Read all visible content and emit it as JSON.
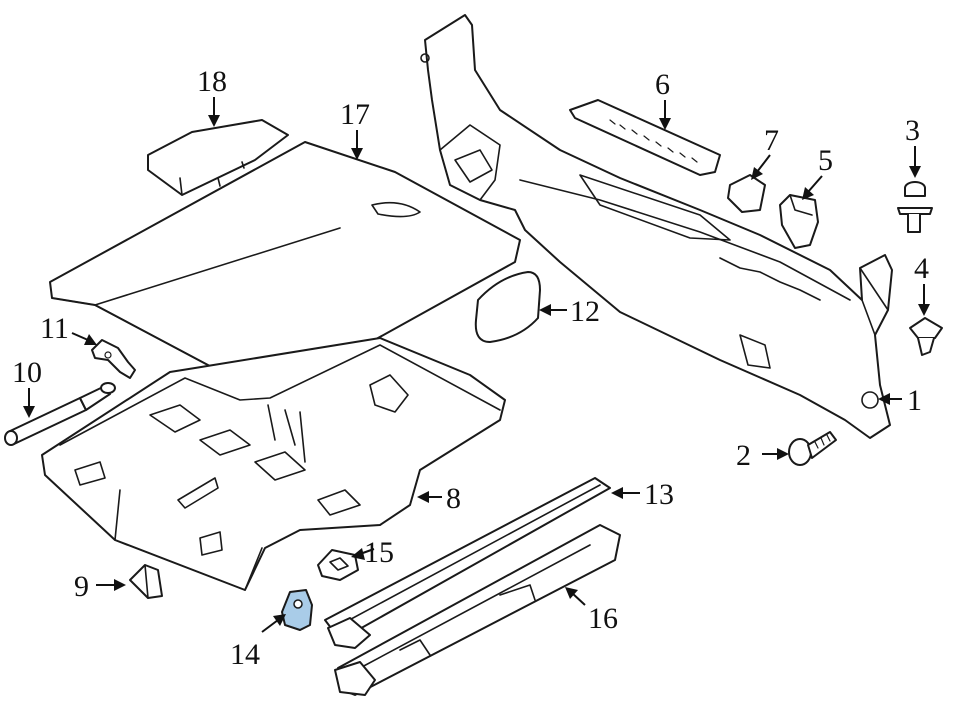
{
  "colors": {
    "line": "#1a1a1a",
    "background": "#ffffff",
    "highlight": "#a9cce8"
  },
  "callouts": [
    {
      "id": "1",
      "label": "1"
    },
    {
      "id": "2",
      "label": "2"
    },
    {
      "id": "3",
      "label": "3"
    },
    {
      "id": "4",
      "label": "4"
    },
    {
      "id": "5",
      "label": "5"
    },
    {
      "id": "6",
      "label": "6"
    },
    {
      "id": "7",
      "label": "7"
    },
    {
      "id": "8",
      "label": "8"
    },
    {
      "id": "9",
      "label": "9"
    },
    {
      "id": "10",
      "label": "10"
    },
    {
      "id": "11",
      "label": "11"
    },
    {
      "id": "12",
      "label": "12"
    },
    {
      "id": "13",
      "label": "13"
    },
    {
      "id": "14",
      "label": "14"
    },
    {
      "id": "15",
      "label": "15"
    },
    {
      "id": "16",
      "label": "16"
    },
    {
      "id": "17",
      "label": "17"
    },
    {
      "id": "18",
      "label": "18"
    }
  ],
  "highlighted_part": "14"
}
